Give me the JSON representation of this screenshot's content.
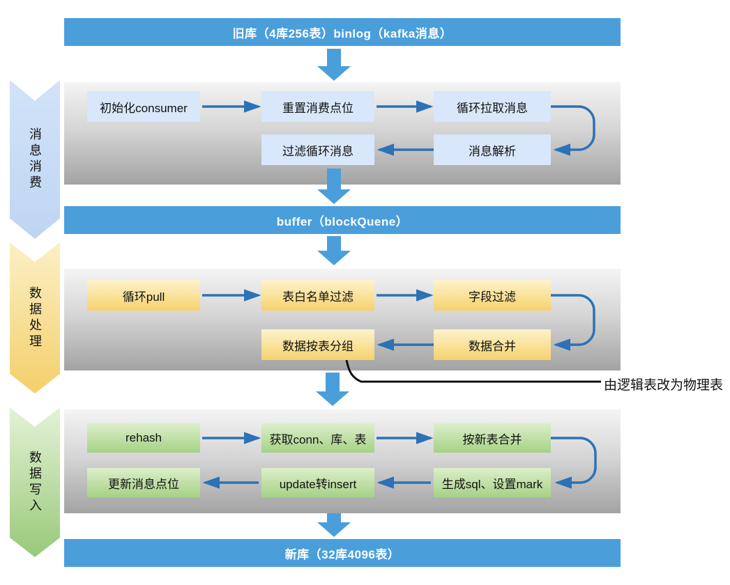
{
  "flow": {
    "source_bar": {
      "label": "旧库（4库256表）binlog（kafka消息）"
    },
    "buffer_bar": {
      "label": "buffer（blockQuene）"
    },
    "target_bar": {
      "label": "新库（32库4096表）"
    },
    "annotation": {
      "label": "由逻辑表改为物理表"
    },
    "sections": [
      {
        "label": "消息消费",
        "nodes": [
          {
            "label": "初始化consumer"
          },
          {
            "label": "重置消费点位"
          },
          {
            "label": "循环拉取消息"
          },
          {
            "label": "过滤循环消息"
          },
          {
            "label": "消息解析"
          }
        ]
      },
      {
        "label": "数据处理",
        "nodes": [
          {
            "label": "循环pull"
          },
          {
            "label": "表白名单过滤"
          },
          {
            "label": "字段过滤"
          },
          {
            "label": "数据按表分组"
          },
          {
            "label": "数据合并"
          }
        ]
      },
      {
        "label": "数据写入",
        "nodes": [
          {
            "label": "rehash"
          },
          {
            "label": "获取conn、库、表"
          },
          {
            "label": "按新表合并"
          },
          {
            "label": "更新消息点位"
          },
          {
            "label": "update转insert"
          },
          {
            "label": "生成sql、设置mark"
          }
        ]
      }
    ]
  },
  "colors": {
    "bar_blue": "#4A9FDB",
    "big_arrow_blue": "#4A9FDB",
    "connector_blue": "#2C72B6",
    "node_blue": "#D8E7FA",
    "node_yellow_top": "#FDF3CB",
    "node_yellow_bottom": "#F5D26E",
    "node_green_top": "#DCEFCA",
    "node_green_bottom": "#A6D186",
    "panel_gray_top": "#F4F4F4",
    "panel_gray_bottom": "#A3A3A3",
    "annotation_line": "#111111"
  }
}
